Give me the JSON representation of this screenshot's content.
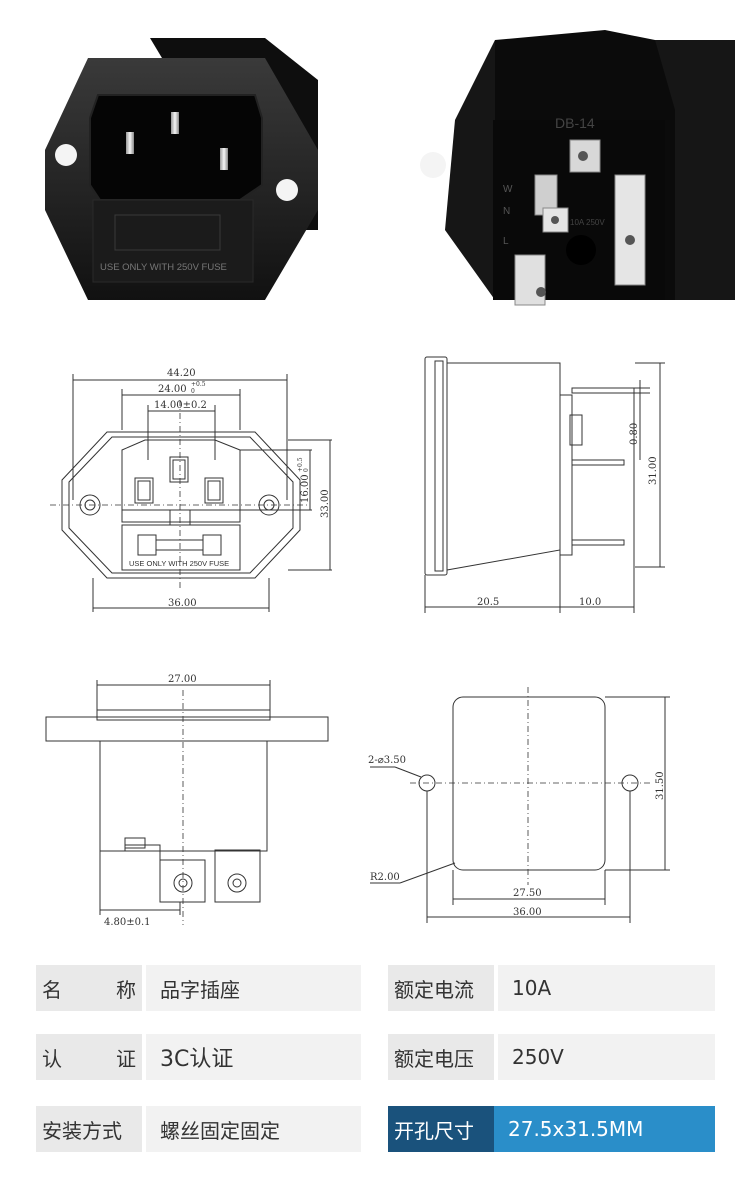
{
  "photos": {
    "front_fuse_text": "USE ONLY WITH 250V FUSE",
    "rear_model_text": "DB-14",
    "rear_rating_text": "10A 250V",
    "rear_terminal_marks": [
      "W",
      "N",
      "L"
    ]
  },
  "front_view": {
    "dim_width_total": "44.20",
    "dim_fuse_width": "24.00",
    "dim_fuse_tol": "+0.5",
    "dim_fuse_tol2": "0",
    "dim_pin_span": "14.00±0.2",
    "dim_height_inner": "16.00",
    "dim_height_tol": "+0.5",
    "dim_height_tol2": "0",
    "dim_height_total": "33.00",
    "dim_bottom_width": "36.00",
    "fuse_text": "USE ONLY WITH 250V FUSE"
  },
  "side_view": {
    "dim_gap": "0.80",
    "dim_height": "31.00",
    "dim_body_depth": "20.5",
    "dim_terminal_len": "10.0"
  },
  "bottom_view": {
    "dim_top_width": "27.00",
    "dim_terminal": "4.80±0.1"
  },
  "cutout_view": {
    "dim_holes": "2-⌀3.50",
    "dim_radius": "R2.00",
    "dim_height": "31.50",
    "dim_width_inner": "27.50",
    "dim_width_outer": "36.00"
  },
  "specs": {
    "name_label_a": "名",
    "name_label_b": "称",
    "name_value": "品字插座",
    "cert_label_a": "认",
    "cert_label_b": "证",
    "cert_value": "3C认证",
    "install_label": "安装方式",
    "install_value": "螺丝固定固定",
    "current_label": "额定电流",
    "current_value": "10A",
    "voltage_label": "额定电压",
    "voltage_value": "250V",
    "cutout_label": "开孔尺寸",
    "cutout_value": "27.5x31.5MM"
  },
  "colors": {
    "highlight_dark": "#1a527c",
    "highlight_light": "#2a8ec9",
    "label_bg": "#e9e9e9",
    "value_bg": "#f2f2f2"
  }
}
